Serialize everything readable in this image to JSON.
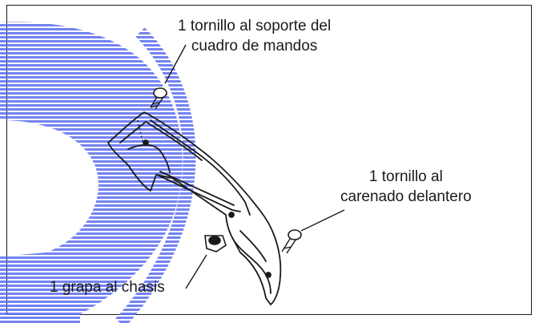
{
  "callouts": {
    "top": {
      "line1": "1 tornillo al soporte del",
      "line2": "cuadro de mandos"
    },
    "right": {
      "line1": "1 tornillo al",
      "line2": "carenado delantero"
    },
    "bottom": {
      "line1": "1 grapa al chasis"
    }
  },
  "colors": {
    "ink": "#1a1a1a",
    "watermark": "#5b6df0"
  }
}
